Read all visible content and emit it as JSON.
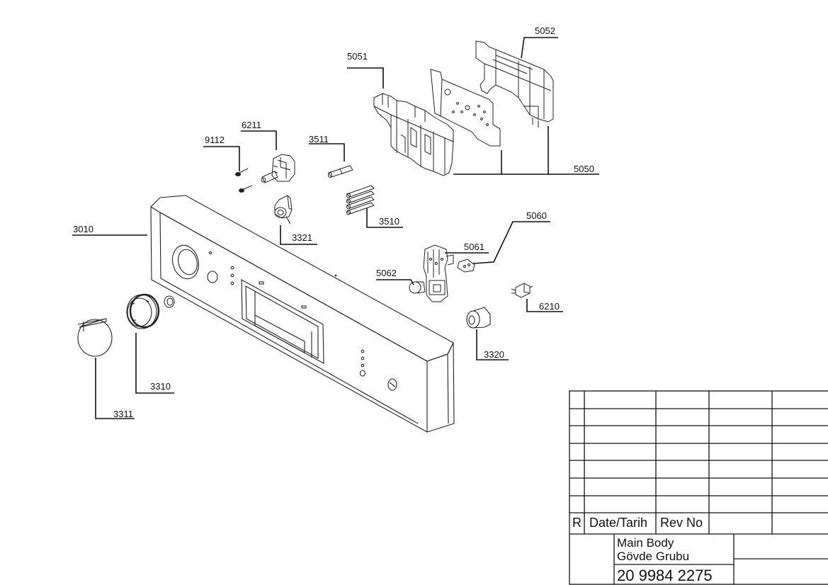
{
  "diagram": {
    "part_labels": {
      "p5052": "5052",
      "p5051": "5051",
      "p6211": "6211",
      "p9112": "9112",
      "p3511": "3511",
      "p5050": "5050",
      "p3010": "3010",
      "p3321": "3321",
      "p3510": "3510",
      "p5060": "5060",
      "p5061": "5061",
      "p5062": "5062",
      "p6210": "6210",
      "p3320": "3320",
      "p3310": "3310",
      "p3311": "3311"
    }
  },
  "title_block": {
    "rev_col_r": "R",
    "rev_col_date": "Date/Tarih",
    "rev_col_revno": "Rev No",
    "title_line1": "Main Body",
    "title_line2": "Gövde Grubu",
    "drawing_number": "20 9984 2275"
  }
}
